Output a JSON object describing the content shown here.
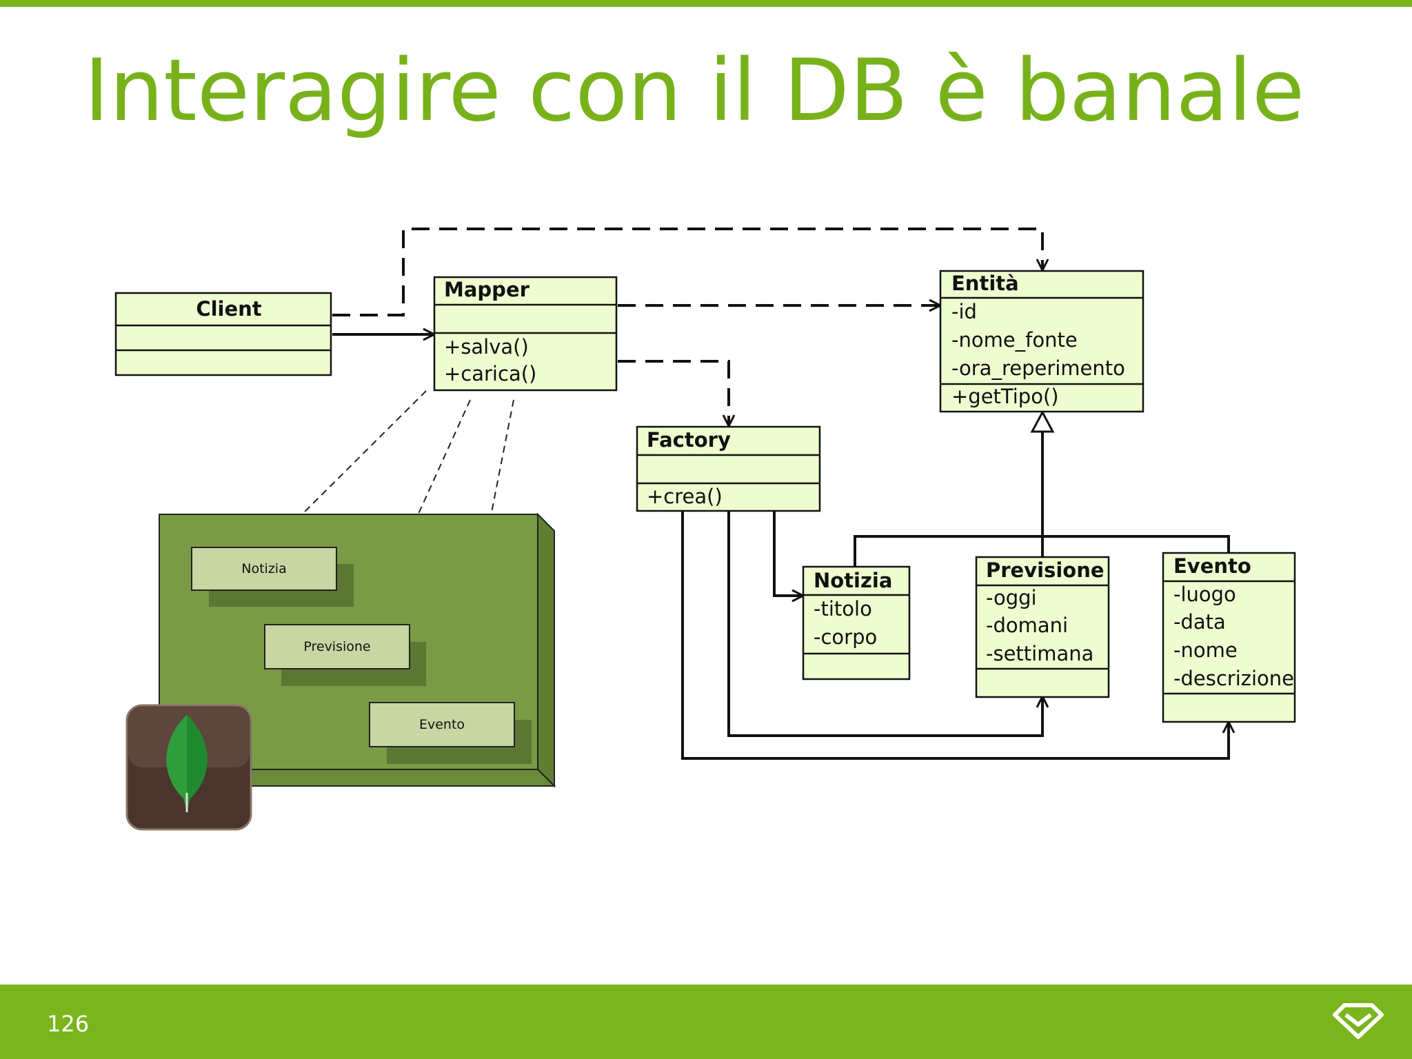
{
  "slide": {
    "title": "Interagire con il DB è banale",
    "page_number": "126"
  },
  "colors": {
    "accent": "#7ab51d",
    "class_fill": "#eefcd0",
    "db_container": "#7a9b45",
    "db_item": "#c7d6a2",
    "mongo_leaf": "#2e9e3c",
    "mongo_bg": "#4a352d"
  },
  "diagram": {
    "client": {
      "name": "Client"
    },
    "mapper": {
      "name": "Mapper",
      "methods": [
        "+salva()",
        "+carica()"
      ]
    },
    "entita": {
      "name": "Entità",
      "attributes": [
        "-id",
        "-nome_fonte",
        "-ora_reperimento"
      ],
      "methods": [
        "+getTipo()"
      ]
    },
    "factory": {
      "name": "Factory",
      "methods": [
        "+crea()"
      ]
    },
    "notizia": {
      "name": "Notizia",
      "attributes": [
        "-titolo",
        "-corpo"
      ]
    },
    "previsione": {
      "name": "Previsione",
      "attributes": [
        "-oggi",
        "-domani",
        "-settimana"
      ]
    },
    "evento": {
      "name": "Evento",
      "attributes": [
        "-luogo",
        "-data",
        "-nome",
        "-descrizione"
      ]
    },
    "db_collections": [
      "Notizia",
      "Previsione",
      "Evento"
    ],
    "db_icon": "mongodb-leaf-icon"
  },
  "footer": {
    "logo_icon": "diamond-logo-icon"
  }
}
